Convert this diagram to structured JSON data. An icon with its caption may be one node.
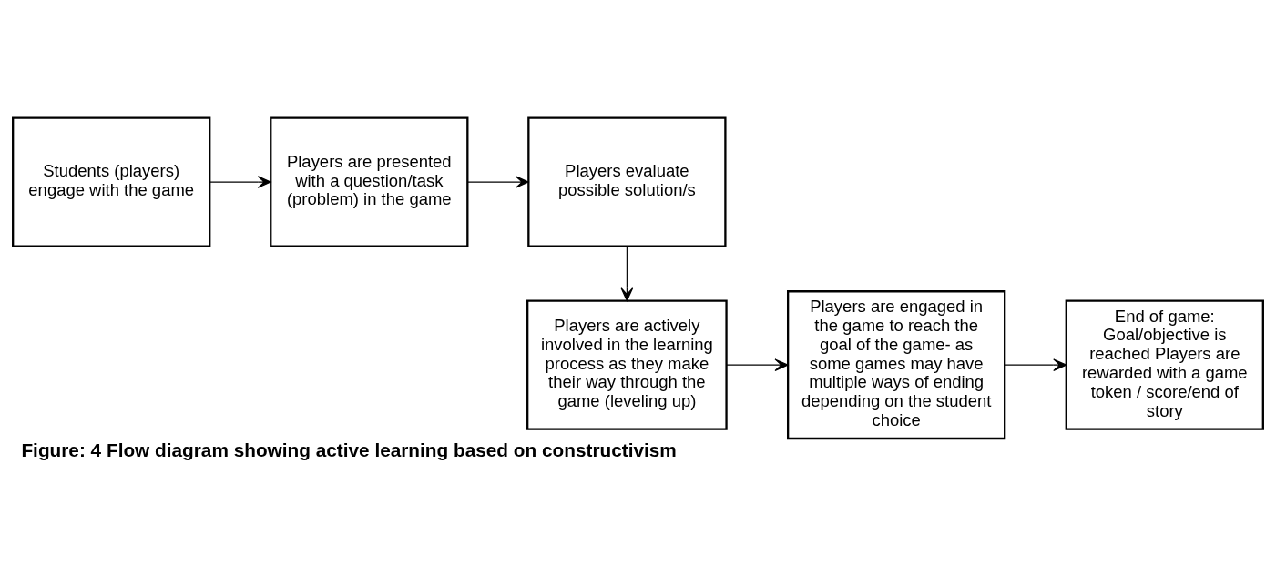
{
  "diagram": {
    "caption": "Figure: 4 Flow diagram showing active learning based on constructivism",
    "nodes": [
      {
        "text": [
          "Students (players) engage with the game"
        ]
      },
      {
        "text": [
          "Players are presented with a question/task (problem) in the game"
        ]
      },
      {
        "text": [
          "Players evaluate possible solution/s"
        ]
      },
      {
        "text": [
          "Players are actively involved in the learning process as they make their way through the game (leveling up)"
        ]
      },
      {
        "text": [
          "Players are engaged in the game to reach the goal of the game- as some games may have multiple ways of ending depending on the student choice"
        ]
      },
      {
        "text": [
          "End of game: Goal/objective is reached Players are rewarded with a game token / score/end of story"
        ]
      }
    ],
    "edges": [
      {
        "from": 0,
        "to": 1,
        "arrow": "to"
      },
      {
        "from": 1,
        "to": 2,
        "arrow": "to"
      },
      {
        "from": 2,
        "to": 3,
        "arrow": "to"
      },
      {
        "from": 3,
        "to": 4,
        "arrow": "to"
      },
      {
        "from": 4,
        "to": 5,
        "arrow": "to"
      }
    ]
  }
}
